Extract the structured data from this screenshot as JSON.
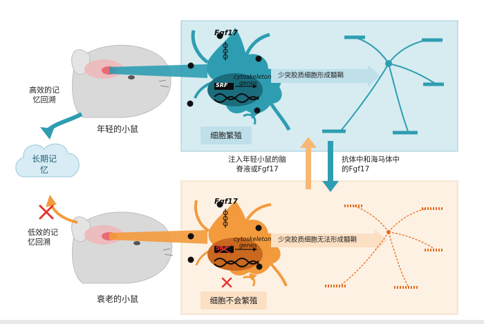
{
  "labels": {
    "efficient_recall": [
      "高效的记",
      "忆回溯"
    ],
    "young_mouse": "年轻的小鼠",
    "long_term_memory": [
      "长期记",
      "忆"
    ],
    "inefficient_recall": [
      "低效的记",
      "忆回溯"
    ],
    "old_mouse": "衰老的小鼠",
    "gene_top": "Fgf17",
    "gene_bottom": "Fgf17",
    "cytoskeleton_top": [
      "cytoskeleton",
      "genes"
    ],
    "cytoskeleton_bottom": [
      "cytoskeleton",
      "genes"
    ],
    "srf_top": "SRF",
    "srf_bottom": "SRF",
    "cell_proliferation": "细胞繁殖",
    "no_proliferation": "细胞不会繁殖",
    "myelination": "少突胶质细胞形成髓鞘",
    "no_myelination": "少突胶质细胞无法形成髓鞘",
    "inject": [
      "注入年轻小鼠的脑",
      "脊液或Fgf17"
    ],
    "antibody": [
      "抗体中和海马体中",
      "的Fgf17"
    ]
  },
  "colors": {
    "young_panel": "#d6ecf1",
    "young_panel_border": "#9cc9d6",
    "old_panel": "#fdf1e3",
    "old_panel_border": "#f1d2b0",
    "teal": "#2f9db1",
    "orange": "#f39a3c",
    "red": "#e3342f",
    "memory_cloud": "#d7ecf4"
  }
}
